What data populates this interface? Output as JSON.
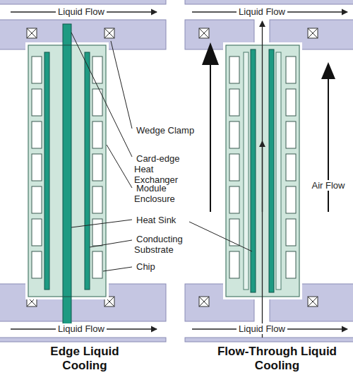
{
  "diagram": {
    "labels": [
      "Liquid Flow",
      "Liquid Flow",
      "Wedge Clamp",
      "Card-edge Heat Exchanger",
      "Module Enclosure",
      "Heat Sink",
      "Conducting Substrate",
      "Chip",
      "Air Flow",
      "Liquid Flow",
      "Liquid Flow",
      "Edge Liquid Cooling",
      "Flow-Through Liquid Cooling"
    ]
  }
}
